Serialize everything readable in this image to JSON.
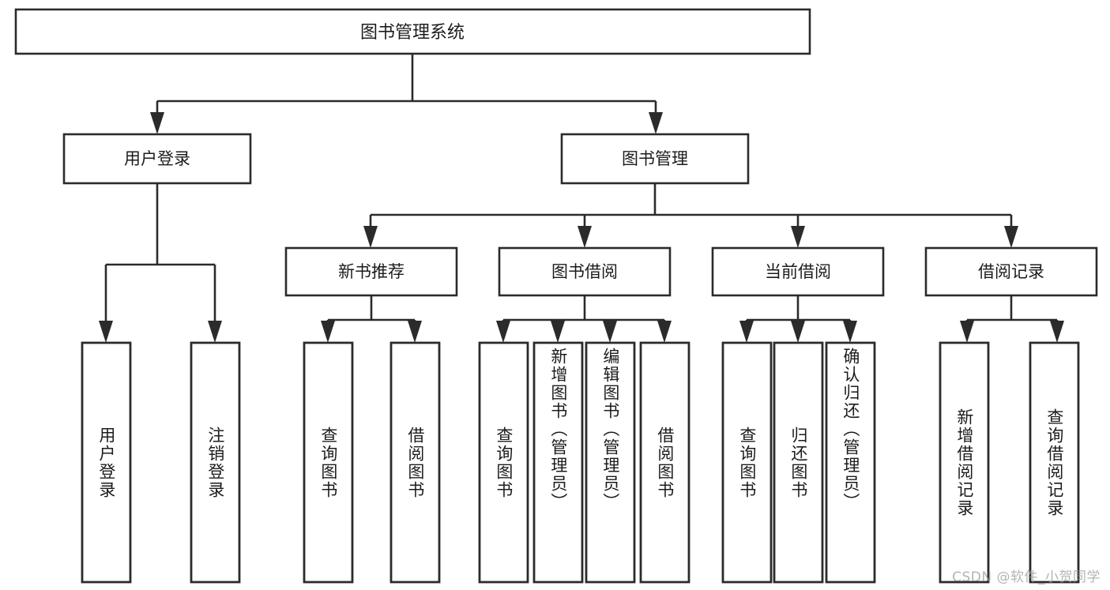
{
  "diagram": {
    "type": "tree",
    "title": "图书管理系统",
    "watermark": "CSDN @软件_小贺同学",
    "colors": {
      "stroke": "#2b2b2b",
      "fill": "#ffffff",
      "text": "#1c1c1c",
      "watermark": "#9a9a9a"
    },
    "root": {
      "label": "图书管理系统"
    },
    "level2": [
      {
        "label": "用户登录"
      },
      {
        "label": "图书管理"
      }
    ],
    "level3": [
      {
        "label": "新书推荐"
      },
      {
        "label": "图书借阅"
      },
      {
        "label": "当前借阅"
      },
      {
        "label": "借阅记录"
      }
    ],
    "leaves": {
      "user_login": [
        {
          "label": "用户登录"
        },
        {
          "label": "注销登录"
        }
      ],
      "new_book": [
        {
          "label": "查询图书"
        },
        {
          "label": "借阅图书"
        }
      ],
      "book_borrow": [
        {
          "label": "查询图书"
        },
        {
          "label": "新增图书（管理员）"
        },
        {
          "label": "编辑图书（管理员）"
        },
        {
          "label": "借阅图书"
        }
      ],
      "current_borrow": [
        {
          "label": "查询图书"
        },
        {
          "label": "归还图书"
        },
        {
          "label": "确认归还（管理员）"
        }
      ],
      "borrow_record": [
        {
          "label": "新增借阅记录"
        },
        {
          "label": "查询借阅记录"
        }
      ]
    }
  }
}
